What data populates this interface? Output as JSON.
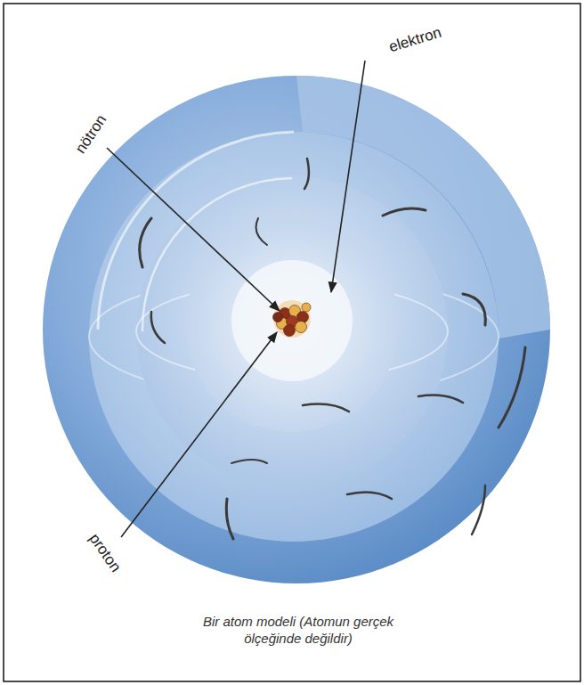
{
  "diagram": {
    "caption": "Bir atom modeli (Atomun gerçek ölçeğinde değildir)",
    "labels": [
      "elektron",
      "nötron",
      "proton"
    ]
  }
}
